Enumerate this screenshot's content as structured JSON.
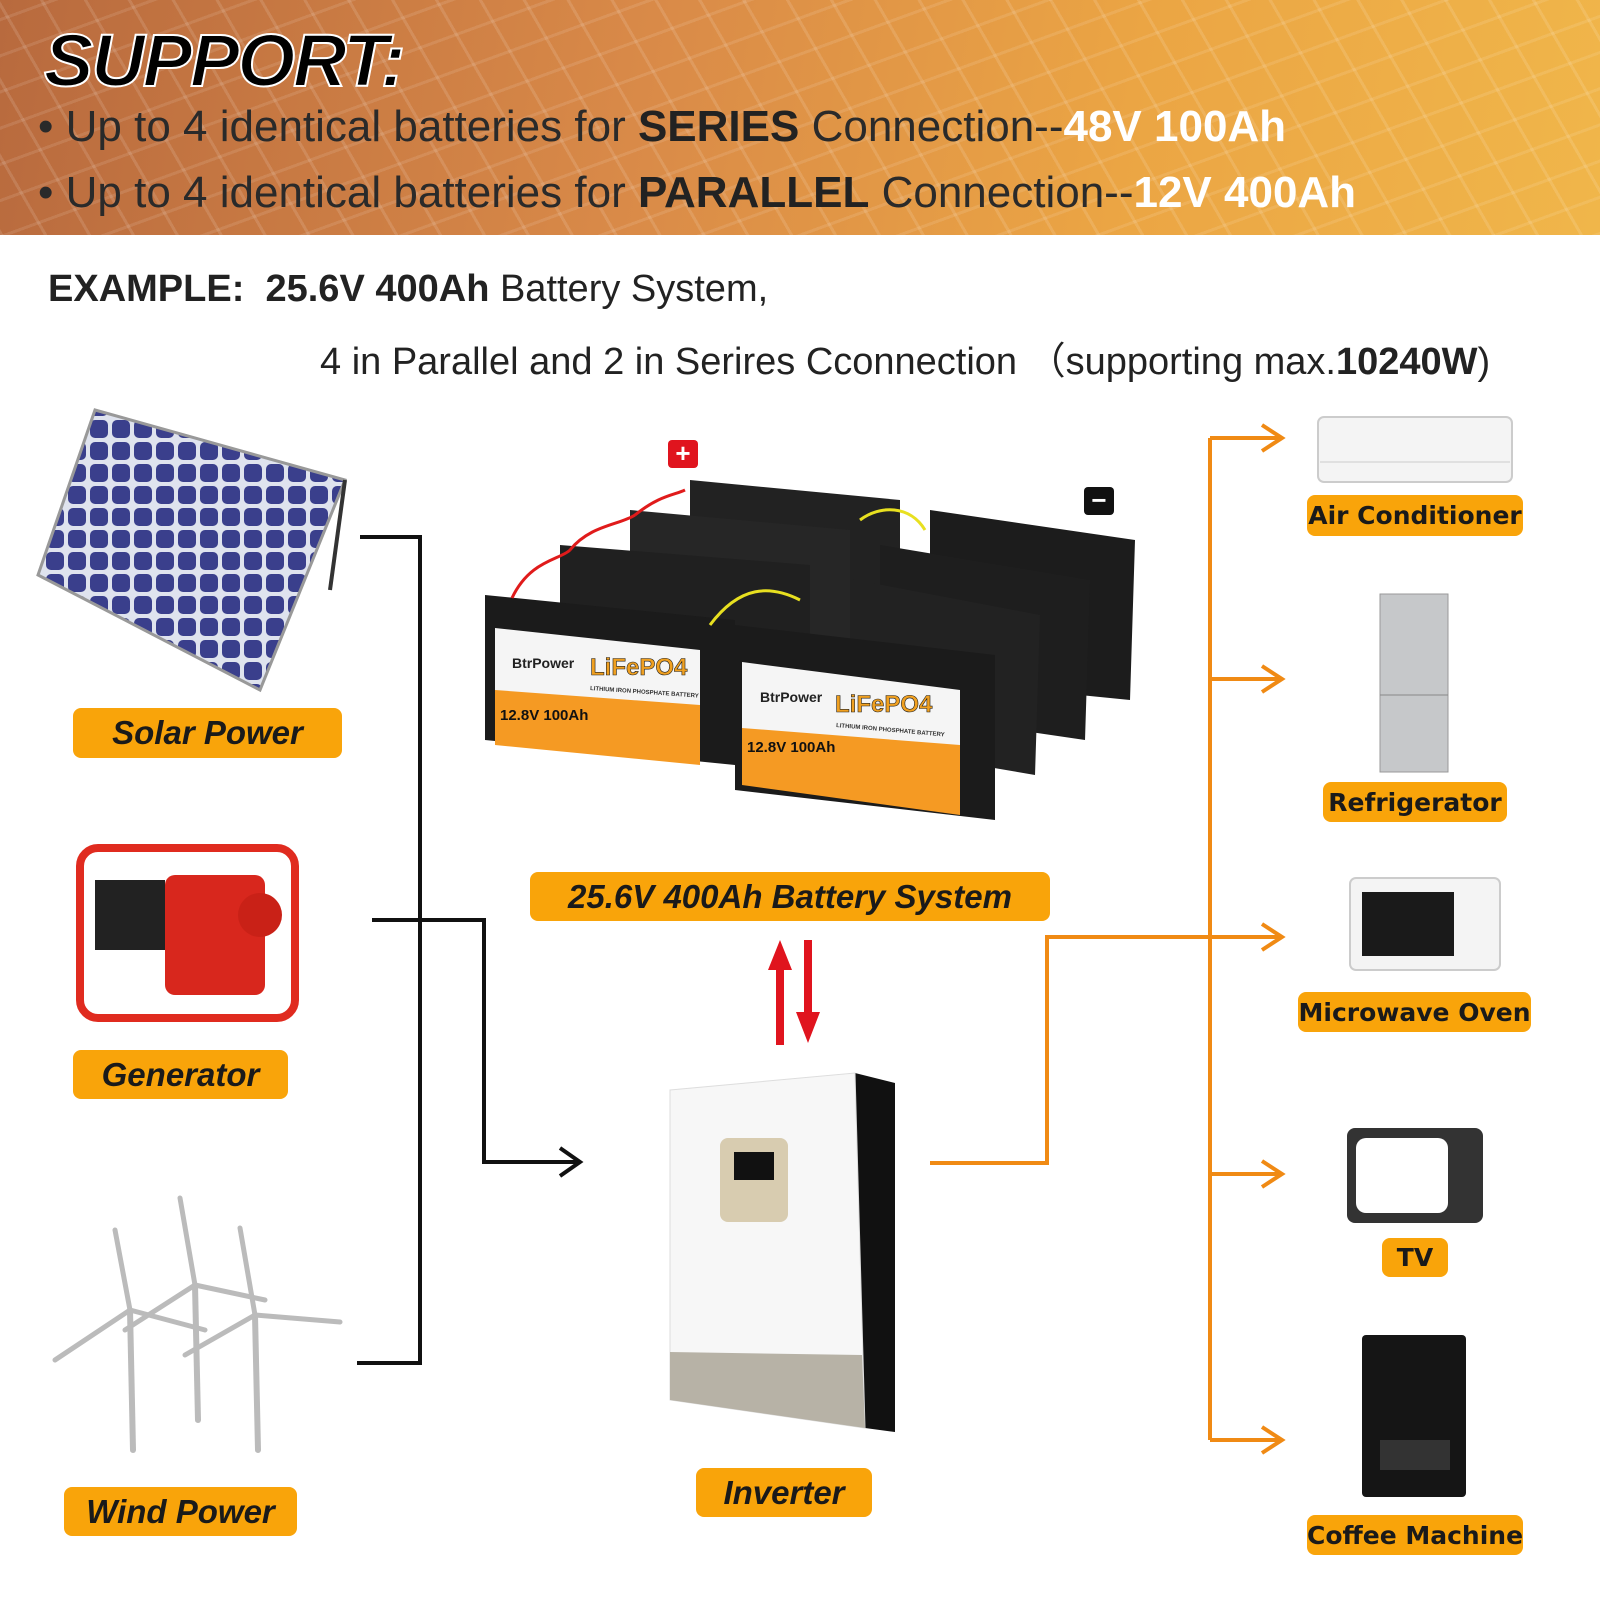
{
  "header": {
    "title": "SUPPORT:",
    "bullets": [
      {
        "prefix": "Up to 4 identical batteries for ",
        "bold": "SERIES",
        "mid": " Connection--",
        "value": "48V 100Ah"
      },
      {
        "prefix": "Up to 4 identical batteries for ",
        "bold": "PARALLEL",
        "mid": " Connection--",
        "value": "12V 400Ah"
      }
    ]
  },
  "example": {
    "label": "EXAMPLE:",
    "spec": "25.6V 400Ah",
    "line1_rest": " Battery System,",
    "line2": "4 in Parallel and 2 in Serires Cconnection （supporting max.",
    "max_power": "10240W",
    "close": ")"
  },
  "sources": [
    {
      "label": "Solar Power"
    },
    {
      "label": "Generator"
    },
    {
      "label": "Wind Power"
    }
  ],
  "battery": {
    "label": "25.6V 400Ah Battery System",
    "brand": "BtrPower",
    "chem": "LiFePO4",
    "sub": "LITHIUM IRON PHOSPHATE BATTERY",
    "rating": "12.8V  100Ah",
    "plus": "+",
    "minus": "−"
  },
  "inverter": {
    "label": "Inverter"
  },
  "loads": [
    {
      "label": "Air Conditioner"
    },
    {
      "label": "Refrigerator"
    },
    {
      "label": "Microwave Oven"
    },
    {
      "label": "TV"
    },
    {
      "label": "Coffee Machine"
    }
  ],
  "colors": {
    "accent": "#f9a40a",
    "flow": "#f08a14",
    "arrow_red": "#e0141e"
  }
}
